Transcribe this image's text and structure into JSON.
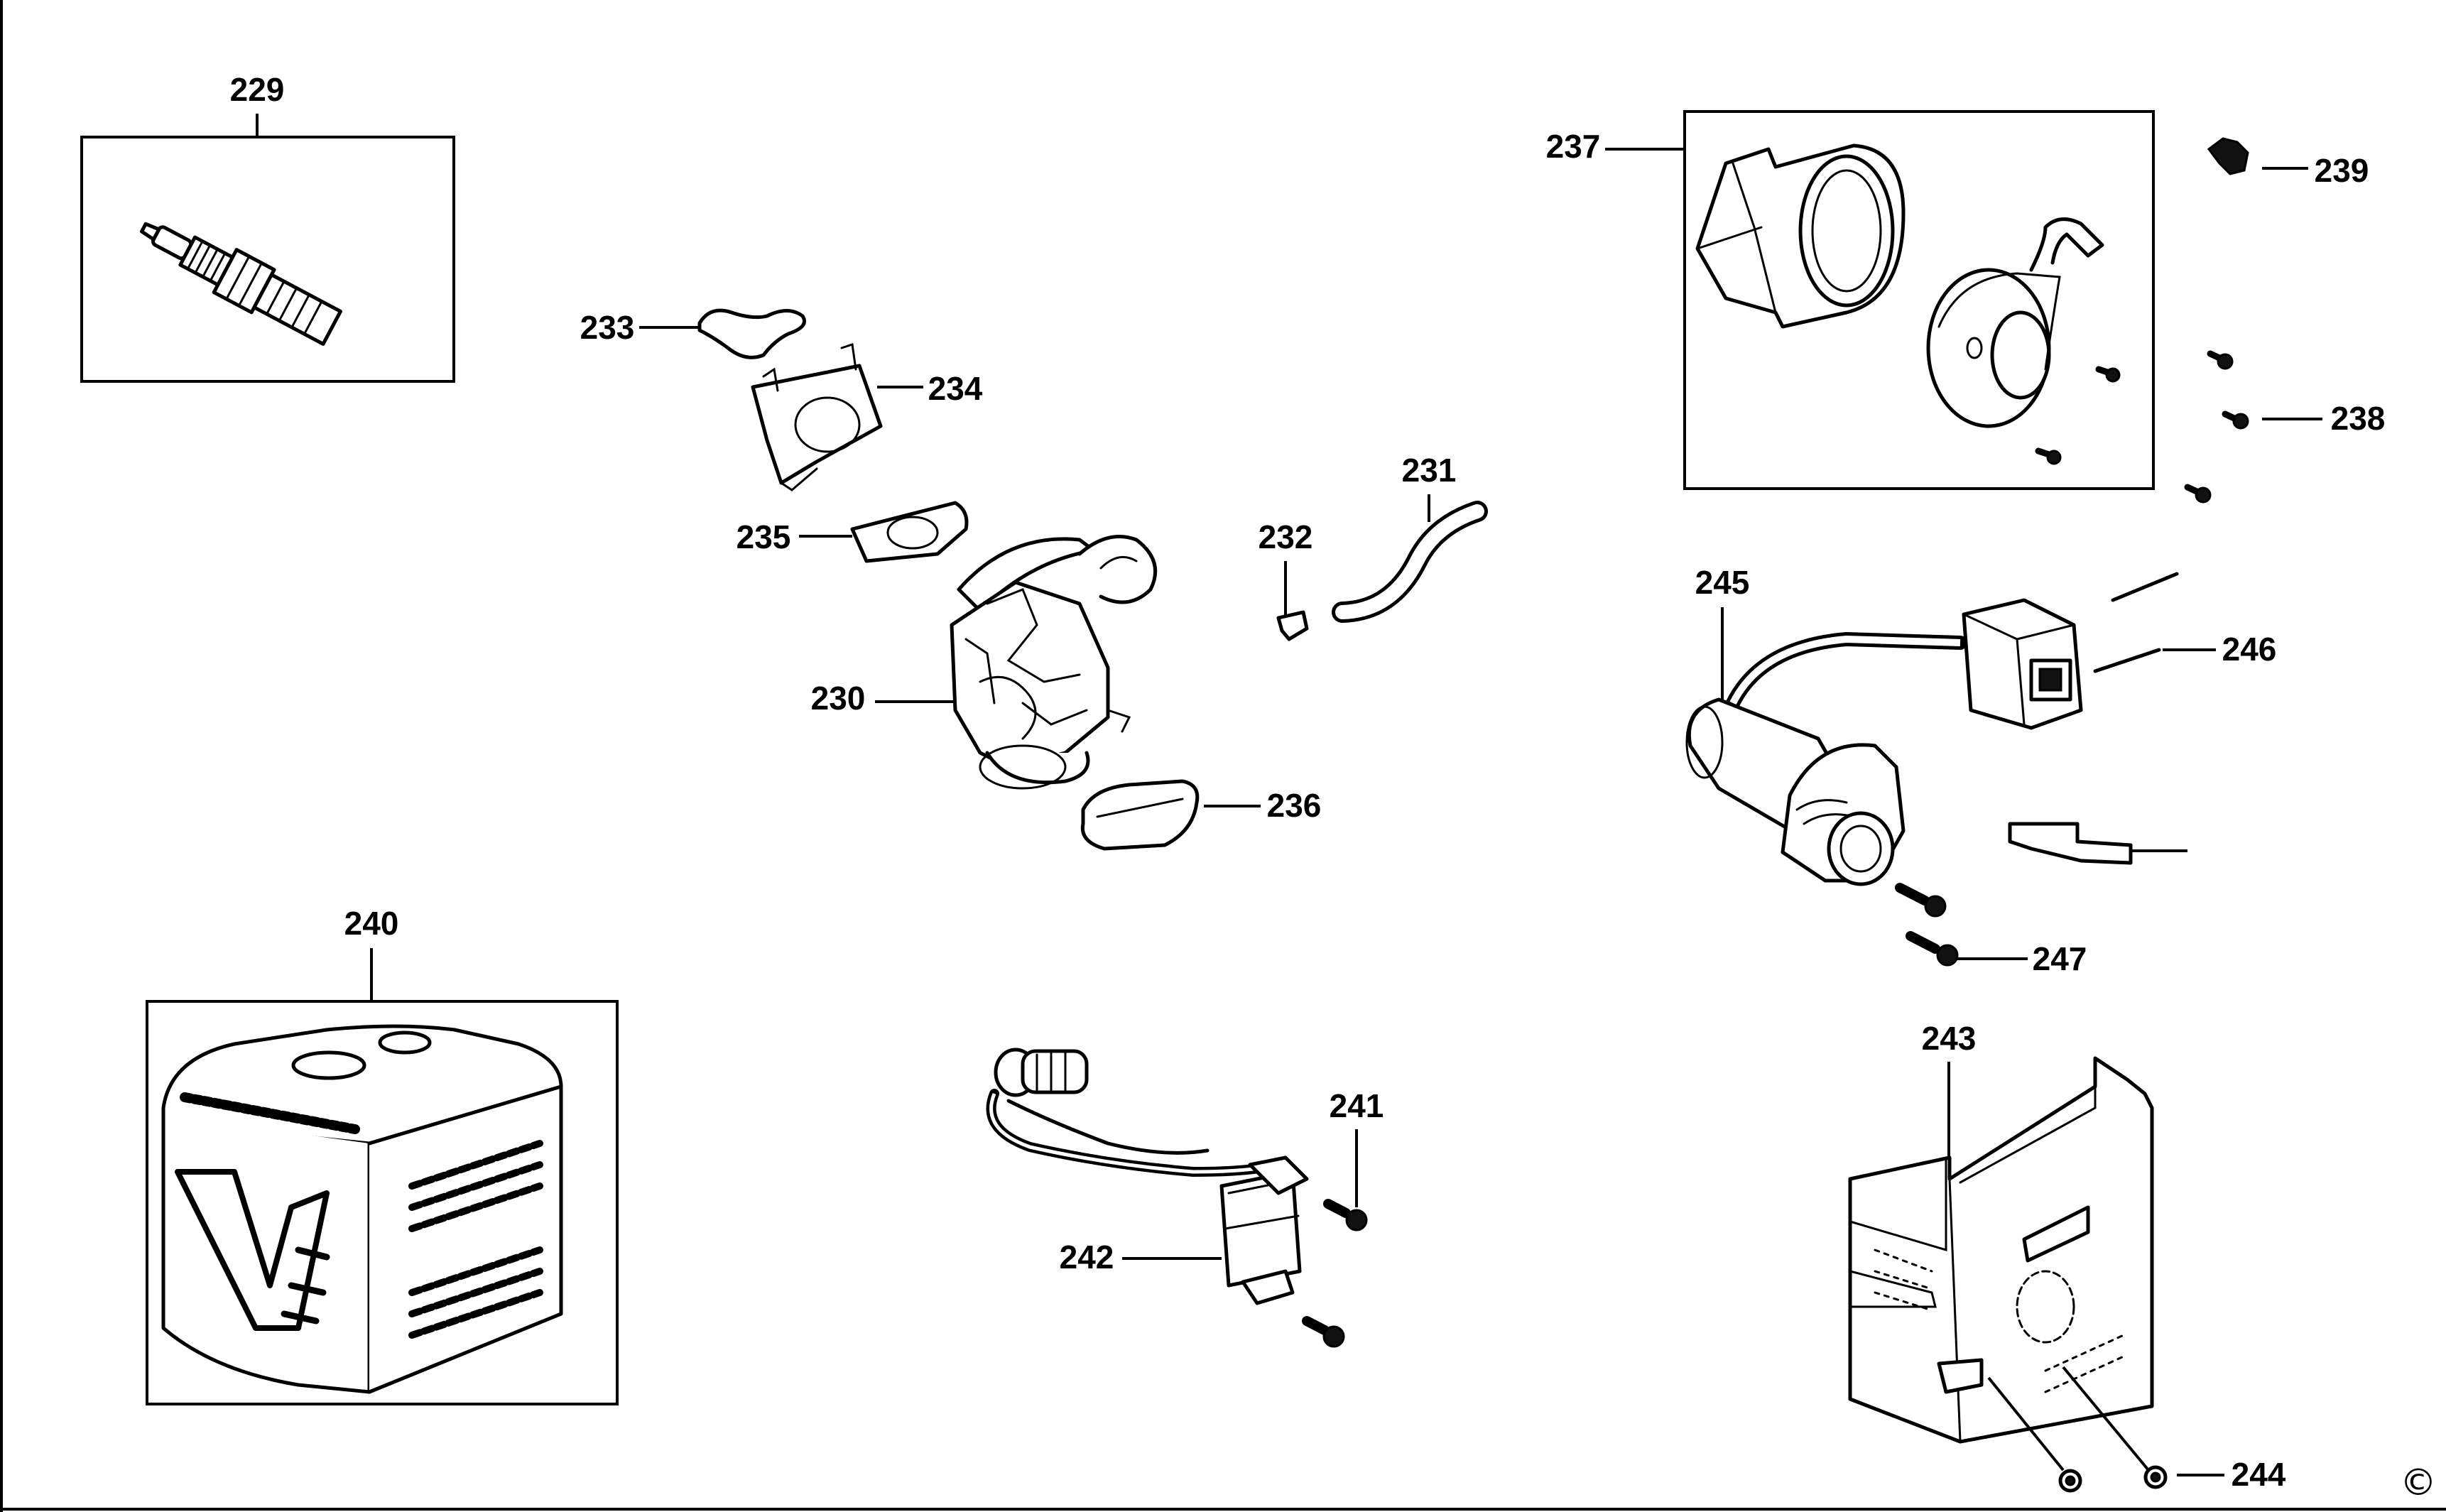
{
  "labels": {
    "p229": "229",
    "p230": "230",
    "p231": "231",
    "p232": "232",
    "p233": "233",
    "p234": "234",
    "p235": "235",
    "p236": "236",
    "p237": "237",
    "p238": "238",
    "p239": "239",
    "p240": "240",
    "p241": "241",
    "p242": "242",
    "p243": "243",
    "p244": "244",
    "p245": "245",
    "p246": "246",
    "p247": "247"
  },
  "copyright_symbol": "©",
  "icons": {
    "spark_plug": "spark-plug-icon",
    "carburetor": "carburetor-icon",
    "air_filter_cover": "air-filter-cover-icon",
    "recoil_starter": "recoil-starter-icon",
    "starter_motor": "starter-motor-icon",
    "ignition_coil": "ignition-coil-icon",
    "heat_shield": "heat-shield-icon"
  }
}
